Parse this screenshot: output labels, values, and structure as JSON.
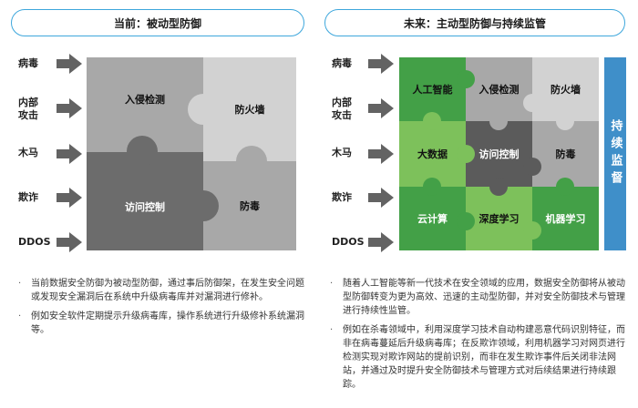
{
  "left": {
    "header": "当前：被动型防御",
    "threats": [
      "病毒",
      "内部\n攻击",
      "木马",
      "欺诈",
      "DDOS"
    ],
    "pieces": {
      "intrusion": "入侵检测",
      "firewall": "防火墙",
      "access": "访问控制",
      "antivirus": "防毒"
    },
    "bullets": [
      "当前数据安全防御为被动型防御，通过事后防御架，在发生安全问题或发现安全漏洞后在系统中升级病毒库并对漏洞进行修补。",
      "例如安全软件定期提示升级病毒库，操作系统进行升级修补系统漏洞等。"
    ]
  },
  "right": {
    "header": "未来：主动型防御与持续监管",
    "threats": [
      "病毒",
      "内部\n攻击",
      "木马",
      "欺诈",
      "DDOS"
    ],
    "pieces": {
      "ai": "人工智能",
      "intrusion": "入侵检测",
      "firewall": "防火墙",
      "bigdata": "大数据",
      "access": "访问控制",
      "antivirus": "防毒",
      "cloud": "云计算",
      "deeplearning": "深度学习",
      "ml": "机器学习"
    },
    "monitor": "持续监督",
    "bullets": [
      "随着人工智能等新一代技术在安全领域的应用，数据安全防御将从被动型防御转变为更为高效、迅速的主动型防御，并对安全防御技术与管理进行持续性监管。",
      "例如在杀毒领域中，利用深度学习技术自动构建恶意代码识别特征，而非在病毒蔓延后升级病毒库；在反欺诈领域，利用机器学习对网页进行检测实现对欺诈网站的提前识别，而非在发生欺诈事件后关闭非法网站，并通过及时提升安全防御技术与管理方式对后续结果进行持续跟踪。"
    ]
  },
  "bullet_symbol": "·",
  "colors": {
    "accent": "#3ea7dc",
    "arrow": "#636363",
    "grey_light": "#d2d2d2",
    "grey_mid": "#a8a8a8",
    "grey_dark": "#5b5b5b",
    "grey_darker": "#6c6c6c",
    "green_dark": "#43a047",
    "green_light": "#7dc15b",
    "monitor": "#3f8fc9"
  }
}
